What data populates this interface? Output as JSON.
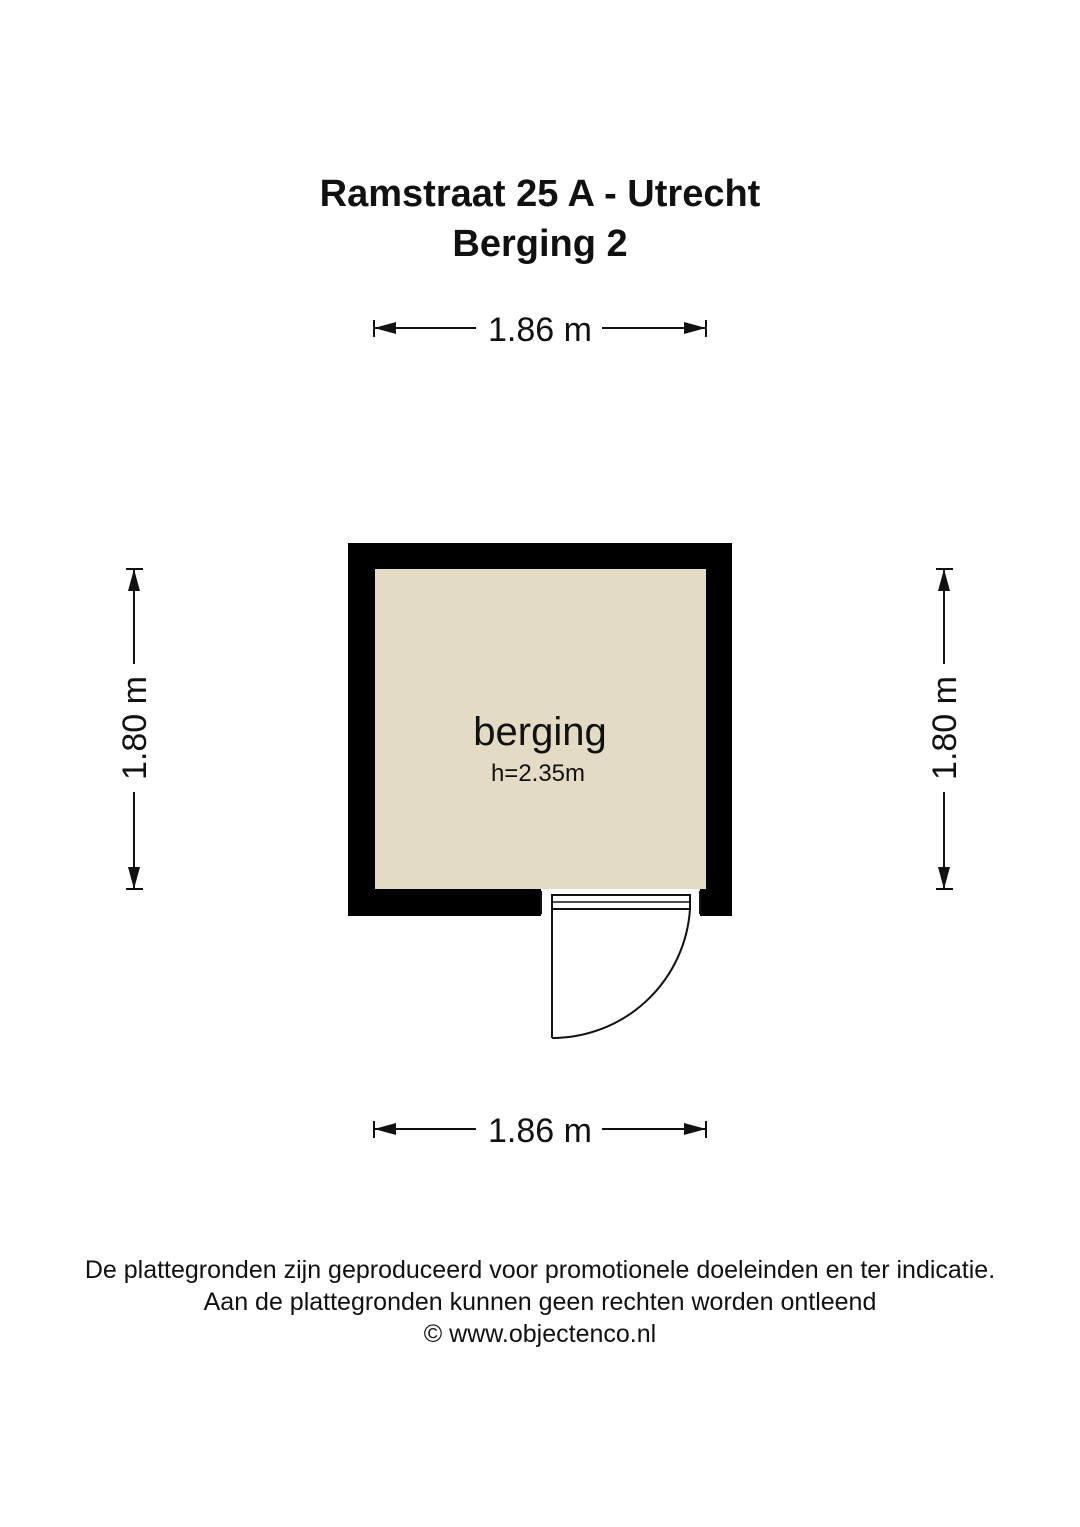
{
  "header": {
    "address": "Ramstraat 25 A - Utrecht",
    "subtitle": "Berging 2"
  },
  "dimensions": {
    "top_width": "1.86 m",
    "bottom_width": "1.86 m",
    "left_height": "1.80 m",
    "right_height": "1.80 m"
  },
  "room": {
    "name": "berging",
    "height": "h=2.35m"
  },
  "colors": {
    "wall": "#000000",
    "floor": "#e4dbc5",
    "lines": "#111111"
  },
  "footer": {
    "line1": "De plattegronden zijn geproduceerd voor promotionele doeleinden en ter indicatie.",
    "line2": "Aan de plattegronden kunnen geen rechten worden ontleend",
    "line3": "© www.objectenco.nl"
  }
}
